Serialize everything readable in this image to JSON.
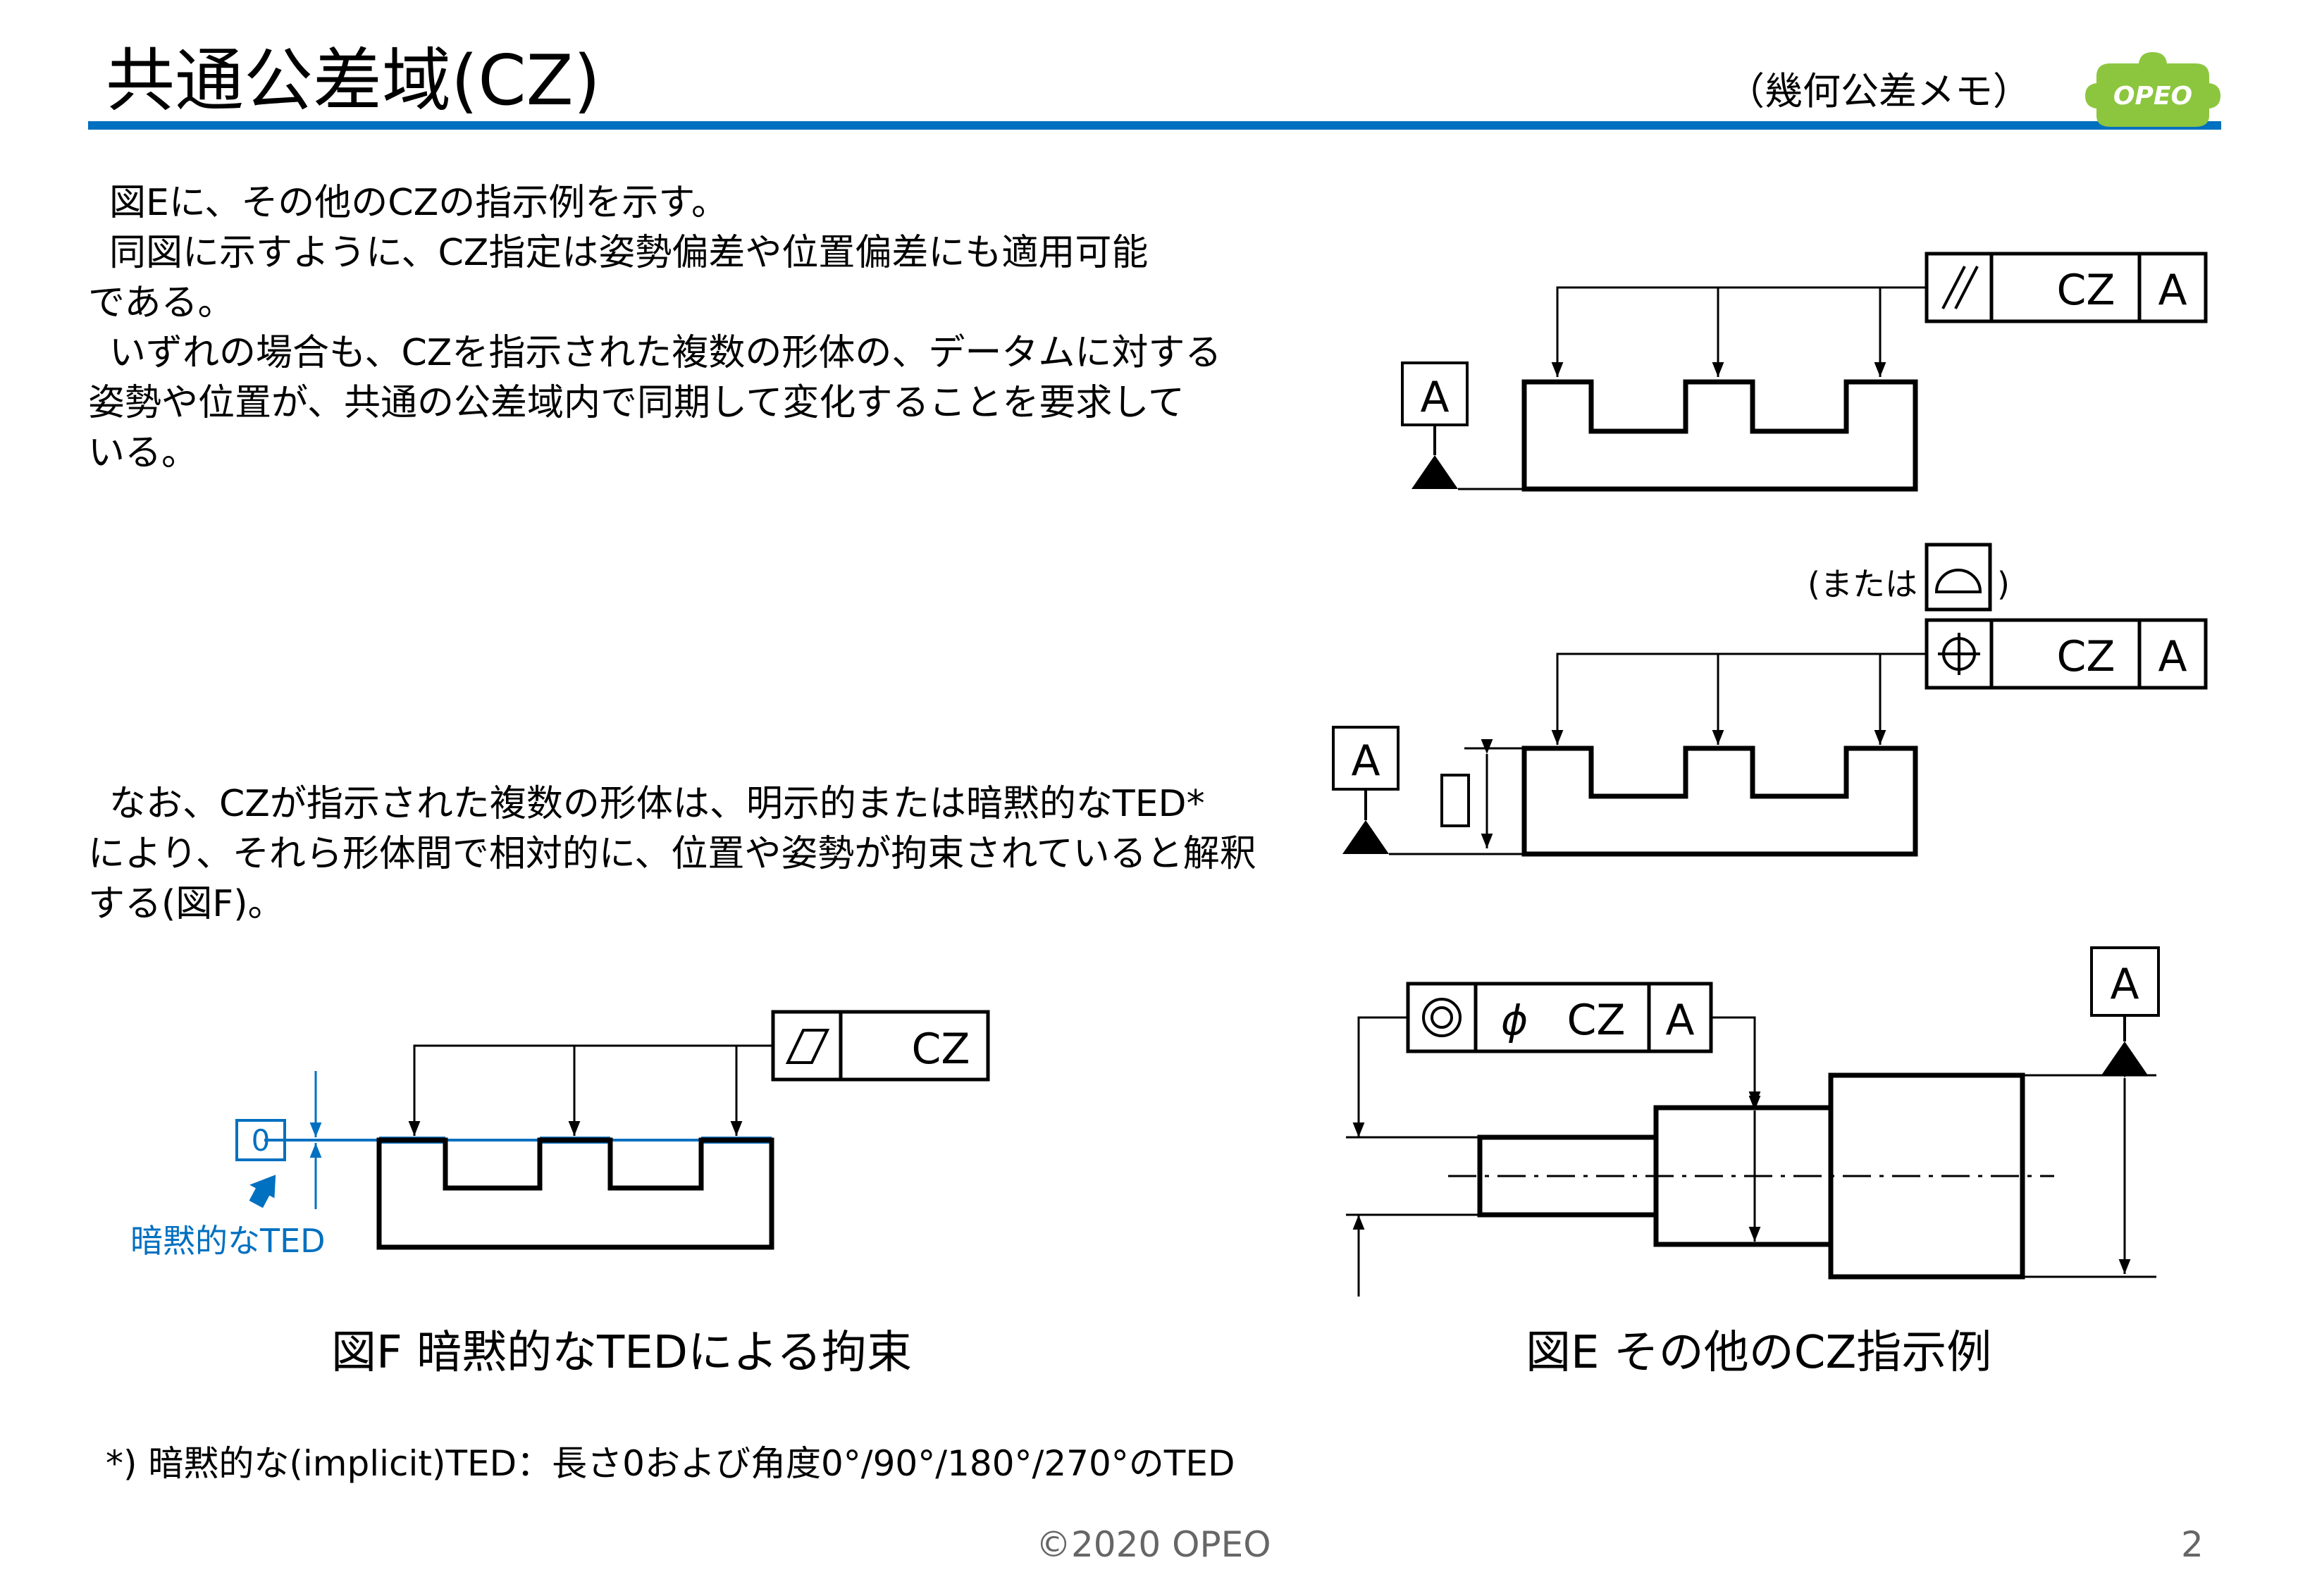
{
  "header": {
    "title": "共通公差域(CZ)",
    "subtitle": "（幾何公差メモ）",
    "logo_text": "OPEO"
  },
  "intro": {
    "lines": [
      "図Eに、その他のCZの指示例を示す。",
      "同図に示すように、CZ指定は姿勢偏差や位置偏差にも適用可能",
      "である。",
      "いずれの場合も、CZを指示された複数の形体の、データムに対する",
      "姿勢や位置が、共通の公差域内で同期して変化することを要求して",
      "いる。"
    ]
  },
  "note": {
    "lines": [
      "なお、CZが指示された複数の形体は、明示的または暗黙的なTED*",
      "により、それら形体間で相対的に、位置や姿勢が拘束されていると解釈",
      "する(図F)。"
    ]
  },
  "figure_e": {
    "caption": "図E その他のCZ指示例",
    "datum": "A",
    "cz": "CZ",
    "phi": "ϕ",
    "or_prefix": "(または",
    "or_suffix": ")"
  },
  "figure_f": {
    "caption": "図F 暗黙的なTEDによる拘束",
    "cz": "CZ",
    "ted_box": "0",
    "implicit_label": "暗黙的なTED"
  },
  "footnote": "*) 暗黙的な(implicit)TED：長さ0および角度0°/90°/180°/270°のTED",
  "footer": {
    "copyright": "©2020 OPEO",
    "page_number": "2"
  },
  "colors": {
    "accent": "#0070c0",
    "logo_green": "#8cc63f"
  }
}
